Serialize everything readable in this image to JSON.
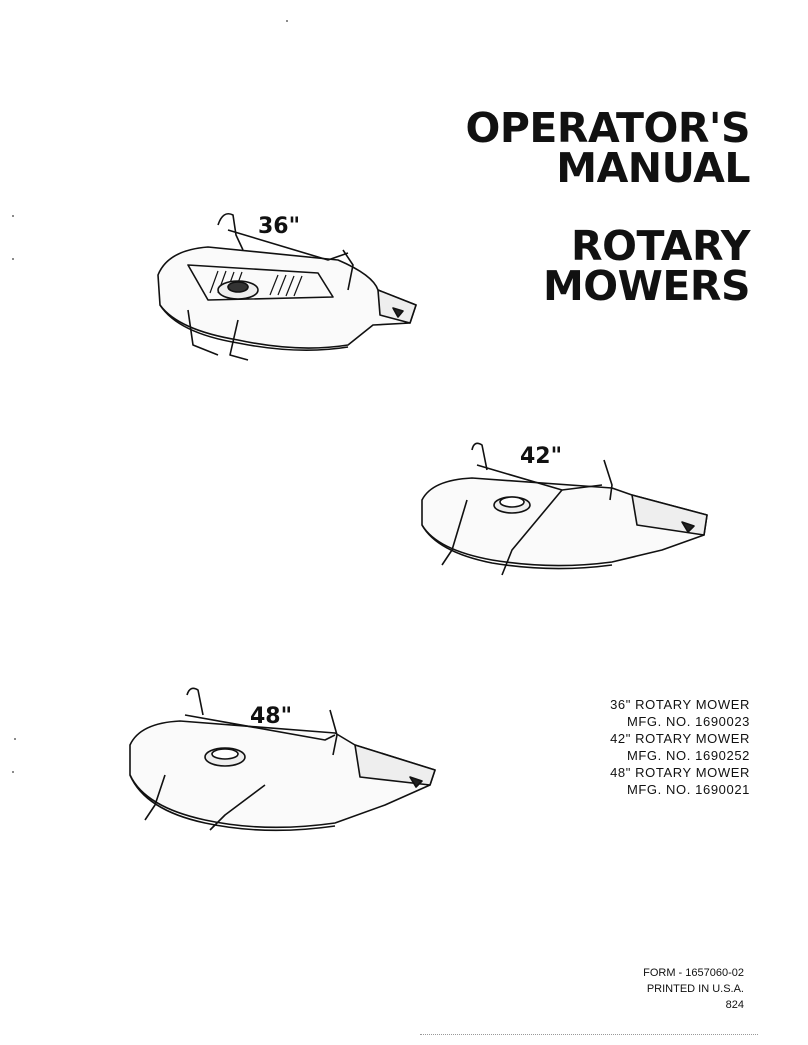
{
  "title": {
    "line1": "OPERATOR'S",
    "line2": "MANUAL",
    "line3": "ROTARY",
    "line4": "MOWERS"
  },
  "illustrations": [
    {
      "size_label": "36\"",
      "icon": "mower-deck-36-illustration"
    },
    {
      "size_label": "42\"",
      "icon": "mower-deck-42-illustration"
    },
    {
      "size_label": "48\"",
      "icon": "mower-deck-48-illustration"
    }
  ],
  "models": [
    {
      "name": "36\" ROTARY MOWER",
      "mfg": "MFG. NO. 1690023"
    },
    {
      "name": "42\" ROTARY MOWER",
      "mfg": "MFG. NO. 1690252"
    },
    {
      "name": "48\" ROTARY MOWER",
      "mfg": "MFG. NO. 1690021"
    }
  ],
  "footer": {
    "form": "FORM - 1657060-02",
    "printed": "PRINTED IN U.S.A.",
    "code": "824"
  }
}
